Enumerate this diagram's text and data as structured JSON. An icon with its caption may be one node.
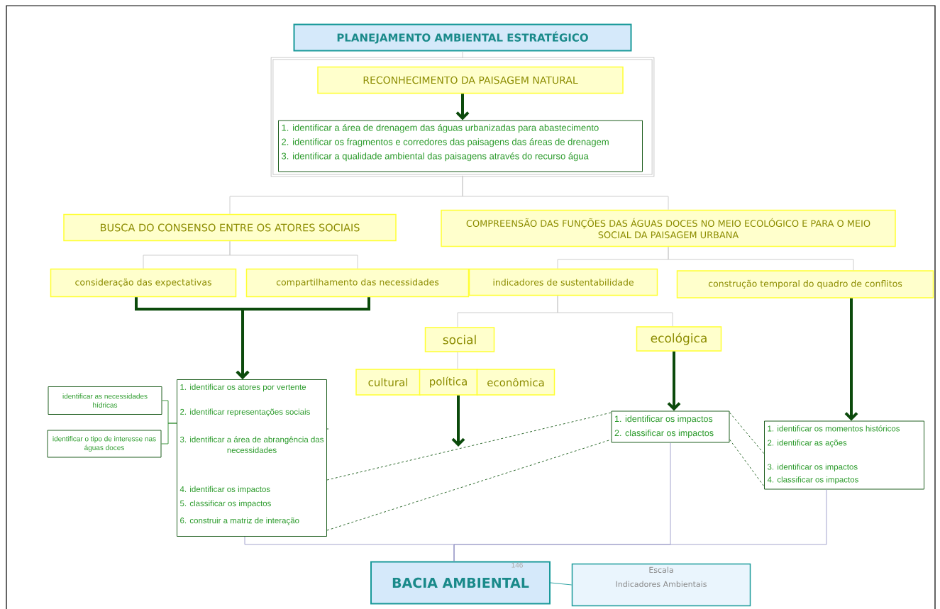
{
  "diagram": {
    "nodes": [
      {
        "text": [
          "PLANEJAMENTO AMBIENTAL ESTRATÉGICO"
        ]
      },
      {
        "text": [],
        "shape": "box"
      },
      {
        "text": [
          "RECONHECIMENTO DA PAISAGEM NATURAL"
        ],
        "in": 1
      },
      {
        "text": [
          "1. identificar a área de drenagem das águas urbanizadas para abastecimento",
          "2. identificar os fragmentos e corredores das paisagens das áreas de drenagem",
          "3. identificar a qualidade ambiental das paisagens através do recurso água"
        ],
        "in": 1
      },
      {
        "text": [
          "BUSCA DO CONSENSO ENTRE OS ATORES SOCIAIS"
        ]
      },
      {
        "text": [
          "COMPREENSÃO DAS FUNÇÕES DAS ÁGUAS DOCES NO MEIO ECOLÓGICO E PARA O MEIO SOCIAL DA PAISAGEM URBANA"
        ]
      },
      {
        "text": [
          "consideração das expectativas"
        ]
      },
      {
        "text": [
          "compartilhamento das necessidades"
        ]
      },
      {
        "text": [
          "indicadores de sustentabilidade"
        ]
      },
      {
        "text": [
          "construção temporal do quadro de conflitos"
        ]
      },
      {
        "text": [
          "social"
        ]
      },
      {
        "text": [
          "ecológica"
        ]
      },
      {
        "text": [
          "cultural"
        ]
      },
      {
        "text": [
          "política"
        ]
      },
      {
        "text": [
          "econômica"
        ]
      },
      {
        "text": [
          "1. identificar os atores por vertente",
          "2. identificar representações sociais",
          "3. identificar a área de abrangência das necessidades",
          "4. identificar os impactos",
          "5. classificar os impactos",
          "6. construir a matriz de interação"
        ]
      },
      {
        "text": [
          "identificar as necessidades hídricas"
        ]
      },
      {
        "text": [
          "identificar o tipo de interesse nas águas doces"
        ]
      },
      {
        "text": [
          "1. identificar os impactos",
          "2. classificar os impactos"
        ]
      },
      {
        "text": [
          "1. identificar os momentos históricos",
          "2. identificar as ações",
          "3. identificar os impactos",
          "4. classificar os impactos"
        ]
      },
      {
        "text": [
          "BACIA AMBIENTAL"
        ]
      },
      {
        "text": [
          "Escala",
          "Indicadores Ambientais"
        ]
      }
    ],
    "edges": [
      {
        "from": 0,
        "to": 1,
        "arrow": "none"
      },
      {
        "from": 2,
        "to": 3,
        "arrow": "to",
        "style": "thick",
        "color": "#0b4a0b"
      },
      {
        "from": 1,
        "to": 4,
        "arrow": "none"
      },
      {
        "from": 1,
        "to": 5,
        "arrow": "none"
      },
      {
        "from": 4,
        "to": 6,
        "arrow": "none"
      },
      {
        "from": 4,
        "to": 7,
        "arrow": "none"
      },
      {
        "from": 6,
        "to": 15,
        "arrow": "to",
        "style": "thick",
        "color": "#0b4a0b"
      },
      {
        "from": 7,
        "to": 15,
        "arrow": "to",
        "style": "thick",
        "color": "#0b4a0b"
      },
      {
        "from": 5,
        "to": 8,
        "arrow": "none"
      },
      {
        "from": 5,
        "to": 9,
        "arrow": "none"
      },
      {
        "from": 8,
        "to": 10,
        "arrow": "none"
      },
      {
        "from": 8,
        "to": 11,
        "arrow": "none"
      },
      {
        "from": 10,
        "to": 13,
        "arrow": "none"
      },
      {
        "from": 13,
        "to": null,
        "arrow": "to",
        "style": "thick",
        "color": "#0b4a0b"
      },
      {
        "from": 11,
        "to": 18,
        "arrow": "to",
        "style": "thick",
        "color": "#0b4a0b"
      },
      {
        "from": 9,
        "to": 19,
        "arrow": "to",
        "style": "thick",
        "color": "#0b4a0b"
      },
      {
        "from": 16,
        "to": 15,
        "arrow": "none",
        "color": "#2e8b2e"
      },
      {
        "from": 17,
        "to": 15,
        "arrow": "none",
        "color": "#2e8b2e"
      },
      {
        "from": 15,
        "to": 18,
        "arrow": "none",
        "style": "dashed",
        "color": "#2f6a2f"
      },
      {
        "from": 15,
        "to": 18,
        "arrow": "none",
        "style": "dashed",
        "color": "#2f6a2f"
      },
      {
        "from": 18,
        "to": 19,
        "arrow": "none",
        "style": "dashed",
        "color": "#2f6a2f"
      },
      {
        "from": 18,
        "to": 19,
        "arrow": "none",
        "style": "dashed",
        "color": "#2f6a2f"
      },
      {
        "from": 15,
        "to": 20,
        "arrow": "none",
        "color": "#9a9ac8"
      },
      {
        "from": 18,
        "to": 20,
        "arrow": "none",
        "color": "#9a9ac8"
      },
      {
        "from": 19,
        "to": 20,
        "arrow": "none",
        "color": "#9a9ac8"
      },
      {
        "from": 20,
        "to": 21,
        "arrow": "none",
        "color": "#1a9a9a"
      }
    ],
    "labels": [
      "146"
    ]
  }
}
